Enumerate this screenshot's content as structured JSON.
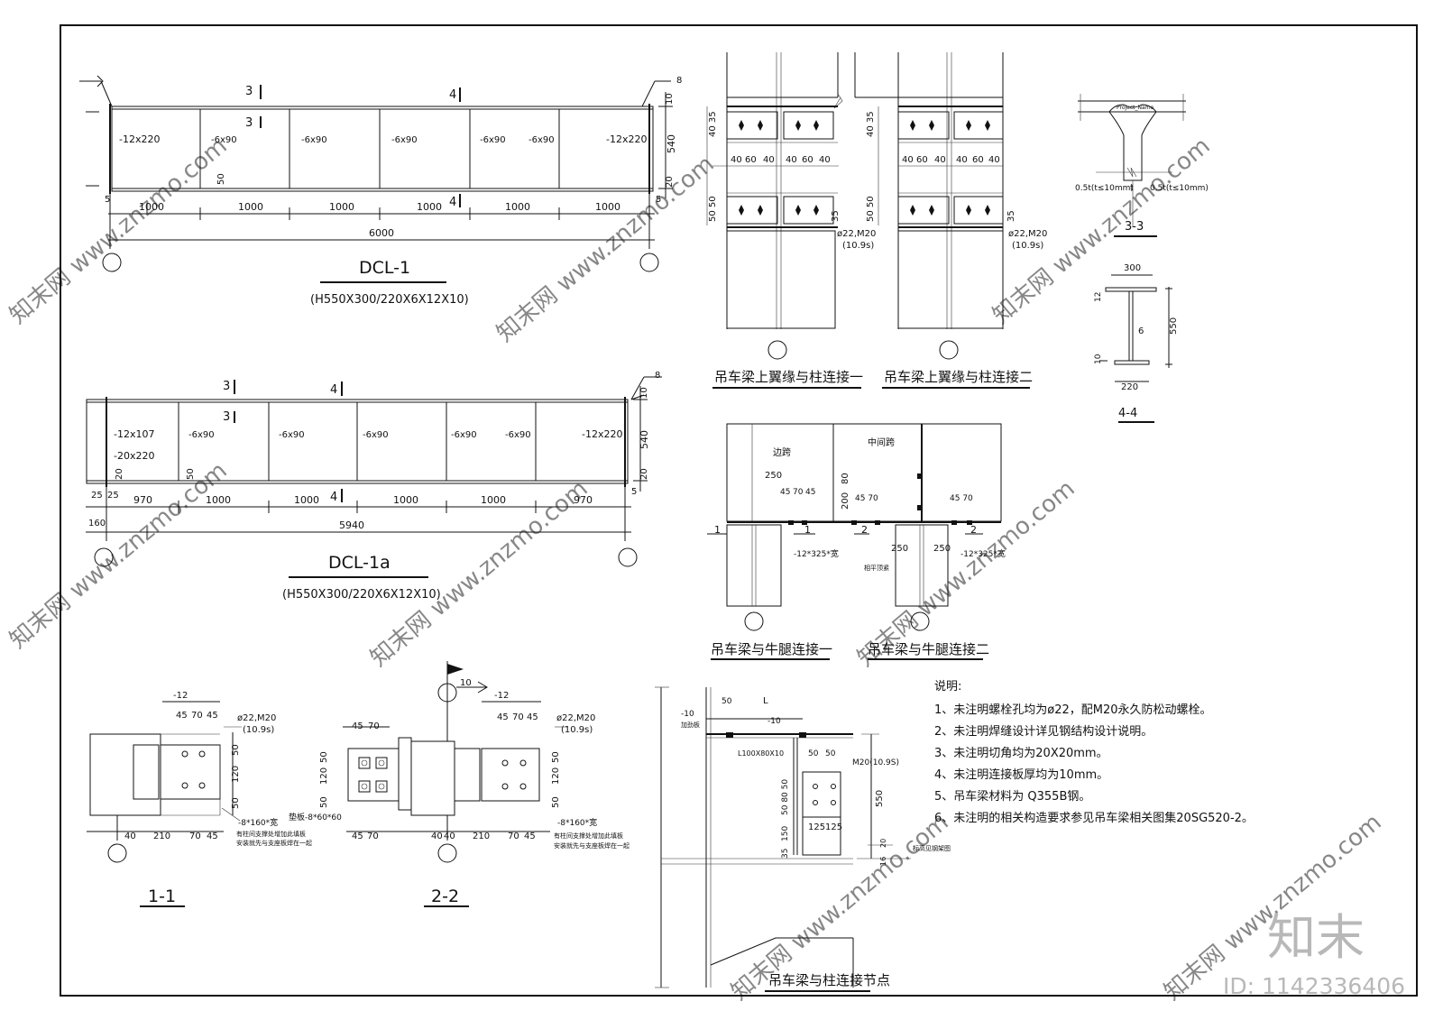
{
  "dcl1": {
    "title": "DCL-1",
    "subtitle": "(H550X300/220X6X12X10)",
    "plates": {
      "end_left": "-12x220",
      "end_right": "-12x220",
      "stiffener": "-6x90"
    },
    "spans": [
      "1000",
      "1000",
      "1000",
      "1000",
      "1000",
      "1000"
    ],
    "total": "6000",
    "height": "540",
    "dims": {
      "d8": "8",
      "d10": "10",
      "d20": "20",
      "d5": "5",
      "d50": "50"
    },
    "sec3": "3",
    "sec4": "4"
  },
  "dcl1a": {
    "title": "DCL-1a",
    "subtitle": "(H550X300/220X6X12X10)",
    "plates": {
      "end_left": "-12x107",
      "end_left2": "-20x220",
      "end_right": "-12x220",
      "stiffener": "-6x90"
    },
    "spans": [
      "970",
      "1000",
      "1000",
      "1000",
      "1000",
      "970"
    ],
    "total": "5940",
    "height": "540",
    "dims": {
      "d25a": "25",
      "d25b": "25",
      "d160": "160",
      "d5": "5",
      "d8": "8",
      "d10": "10",
      "d20": "20",
      "d50": "50"
    },
    "sec3": "3",
    "sec4": "4"
  },
  "conn_top1": {
    "title": "吊车梁上翼缘与柱连接一",
    "dims_h": [
      "40",
      "60",
      "40",
      "40",
      "60",
      "40"
    ],
    "dims_v_top": "40 35",
    "dims_v_mid": "50 50",
    "d35": "35",
    "bolt": "ø22,M20",
    "grade": "(10.9s)"
  },
  "conn_top2": {
    "title": "吊车梁上翼缘与柱连接二",
    "dims_h": [
      "40",
      "60",
      "40",
      "40",
      "60",
      "40"
    ],
    "dims_v_top": "40 35",
    "dims_v_mid": "50 50",
    "d35": "35",
    "bolt": "ø22,M20",
    "grade": "(10.9s)"
  },
  "sec33": {
    "title": "3-3",
    "tag": "Project_Name",
    "left": "0.5t(t≤10mm)",
    "right": "0.5t(t≤10mm)",
    "t": "t"
  },
  "sec44": {
    "title": "4-4",
    "top": "300",
    "bottom": "220",
    "web": "6",
    "height": "550",
    "flange_top": "12",
    "flange_bot": "10"
  },
  "corbel": {
    "title1": "吊车梁与牛腿连接一",
    "title2": "吊车梁与牛腿连接二",
    "edge": "边跨",
    "middle": "中间跨",
    "d250": "250",
    "d80": "80",
    "d200": "200",
    "d45": "45",
    "d70": "70",
    "d45b": "45",
    "d45_70": "45 70",
    "d250b": "250",
    "d250c": "250",
    "plate1": "-12*325*宽",
    "plate2": "-12*325*宽",
    "note": "相平顶紧",
    "s1": "1",
    "s2": "2"
  },
  "sec11": {
    "title": "1-1",
    "plate": "-12",
    "top_dims": [
      "45",
      "70",
      "45"
    ],
    "bolt": "ø22,M20",
    "grade": "(10.9s)",
    "v_dims": [
      "50",
      "120",
      "50"
    ],
    "bottom_dims": [
      "40",
      "210",
      "70",
      "45"
    ],
    "pad": "-8*160*宽",
    "note1": "有柱间支撑处增加此填板",
    "note2": "安装就先与支座板焊在一起"
  },
  "sec22": {
    "title": "2-2",
    "flag": "10",
    "plate": "-12",
    "bolt": "ø22,M20",
    "grade": "(10.9s)",
    "top_left": [
      "45",
      "70"
    ],
    "top_right": [
      "45",
      "70",
      "45"
    ],
    "v_left": [
      "50",
      "120",
      "50"
    ],
    "v_right": [
      "50",
      "120",
      "50"
    ],
    "bottom": [
      "45",
      "70",
      "40",
      "40",
      "210",
      "70",
      "45"
    ],
    "shim": "垫板-8*60*60",
    "pad": "-8*160*宽",
    "note1": "有柱间支撑处增加此填板",
    "note2": "安装就先与支座板焊在一起"
  },
  "node": {
    "title": "吊车梁与柱连接节点",
    "d10a": "-10",
    "stiff": "加劲板",
    "d10b": "-10",
    "d50": "50",
    "L": "L",
    "angle": "L100X80X10",
    "d50a": "50",
    "d50b": "50",
    "bolt": "M20(10.9S)",
    "v1": "50 80 50",
    "h550": "550",
    "d150": "150",
    "d125a": "125",
    "d125b": "125",
    "d35": "35",
    "d20": "20",
    "d16": "16",
    "label": "标高见钢架图"
  },
  "notes": {
    "title": "说明:",
    "items": [
      "1、未注明螺栓孔均为ø22，配M20永久防松动螺栓。",
      "2、未注明焊缝设计详见钢结构设计说明。",
      "3、未注明切角均为20X20mm。",
      "4、未注明连接板厚均为10mm。",
      "5、吊车梁材料为 Q355B钢。",
      "6、未注明的相关构造要求参见吊车梁相关图集20SG520-2。"
    ]
  },
  "brand": {
    "logo": "知末",
    "id": "ID: 1142336406",
    "watermark": "知末网 www.znzmo.com"
  }
}
